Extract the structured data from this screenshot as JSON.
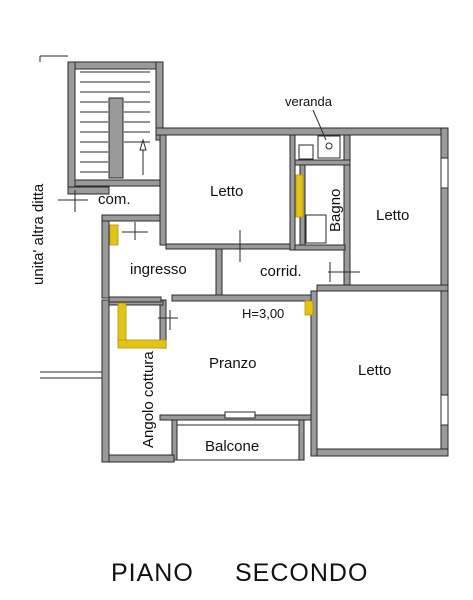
{
  "title": {
    "word1": "PIANO",
    "word2": "SECONDO"
  },
  "rooms": {
    "letto_top": "Letto",
    "letto_right_top": "Letto",
    "letto_right_bottom": "Letto",
    "bagno": "Bagno",
    "veranda": "veranda",
    "com": "com.",
    "ingresso": "ingresso",
    "corridoio": "corrid.",
    "pranzo": "Pranzo",
    "angolo_cottura": "Angolo cottura",
    "balcone": "Balcone"
  },
  "annotations": {
    "ceiling_height": "H=3,00",
    "neighbor_unit": "unita' altra ditta"
  },
  "colors": {
    "wall_fill": "#9a9a9a",
    "radiator_yellow": "#e3c316"
  }
}
